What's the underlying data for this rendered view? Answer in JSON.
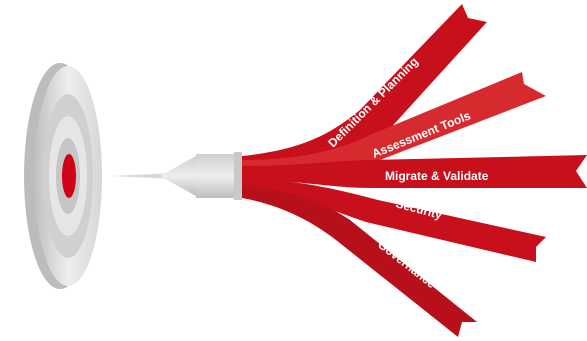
{
  "colors": {
    "ribbon_light": "#d9262b",
    "ribbon_dark": "#b5121b",
    "target_outer": "#e8e8e8",
    "target_ring": "#c9c9c9",
    "bullseye": "#d0021b",
    "dart_body": "#d5d5d5",
    "dart_tip": "#e0e0e0"
  },
  "ribbons": [
    {
      "label": "Definition & Planning"
    },
    {
      "label": "Assessment Tools"
    },
    {
      "label": "Migrate & Validate"
    },
    {
      "label": "Security"
    },
    {
      "label": "Governance"
    }
  ]
}
